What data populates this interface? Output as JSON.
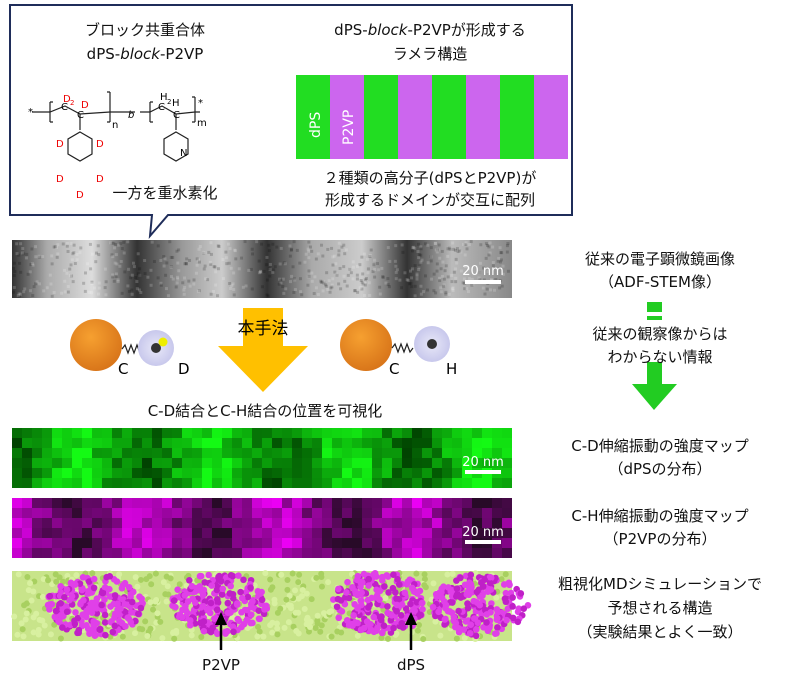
{
  "callout": {
    "left_title_1": "ブロック共重合体",
    "left_title_2_a": "dPS-",
    "left_title_2_b": "block",
    "left_title_2_c": "-P2VP",
    "deuterated_note": "一方を重水素化",
    "right_title_1_a": "dPS-",
    "right_title_1_b": "block",
    "right_title_1_c": "-P2VPが形成する",
    "right_title_2": "ラメラ構造",
    "lamella_label_dps": "dPS",
    "lamella_label_p2vp": "P2VP",
    "caption_1": "２種類の高分子(dPSとP2VP)が",
    "caption_2": "形成するドメインが交互に配列",
    "chem": {
      "d": "D",
      "d2": "D",
      "sub2": "2",
      "n": "n",
      "m": "m",
      "b": "b",
      "h2": "H",
      "h": "H",
      "c": "C",
      "nitrogen": "N",
      "star": "*"
    }
  },
  "stem": {
    "scale": "20 nm",
    "label_1": "従来の電子顕微鏡画像",
    "label_2": "（ADF-STEM像）"
  },
  "info_note": {
    "line_1": "従来の観察像からは",
    "line_2": "わからない情報"
  },
  "method": {
    "arrow_label": "本手法",
    "cd_c": "C",
    "cd_d": "D",
    "ch_c": "C",
    "ch_h": "H",
    "caption": "C-D結合とC-H結合の位置を可視化"
  },
  "cd_map": {
    "scale": "20 nm",
    "label_1": "C-D伸縮振動の強度マップ",
    "label_2": "（dPSの分布）"
  },
  "ch_map": {
    "scale": "20 nm",
    "label_1": "C-H伸縮振動の強度マップ",
    "label_2": "（P2VPの分布）"
  },
  "md": {
    "label_1": "粗視化MDシミュレーションで",
    "label_2": "予想される構造",
    "label_3": "（実験結果とよく一致）",
    "arrow_p2vp": "P2VP",
    "arrow_dps": "dPS"
  },
  "colors": {
    "green": "#22dd22",
    "purple": "#cc66ee",
    "navy": "#1f2d5a",
    "orange": "#f7a600",
    "arrow_green": "#22cc22"
  }
}
